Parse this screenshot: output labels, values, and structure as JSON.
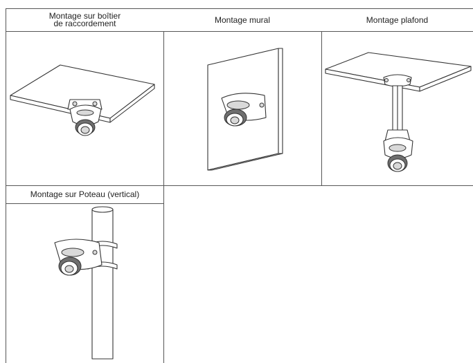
{
  "mounts": [
    {
      "label_line1": "Montage sur boîtier",
      "label_line2": "de raccordement",
      "icon": "junction-box-ceiling-mount-illustration"
    },
    {
      "label": "Montage mural",
      "icon": "wall-mount-illustration"
    },
    {
      "label": "Montage plafond",
      "icon": "pendant-ceiling-mount-illustration"
    },
    {
      "label": "Montage sur Poteau (vertical)",
      "icon": "vertical-pole-mount-illustration"
    }
  ]
}
